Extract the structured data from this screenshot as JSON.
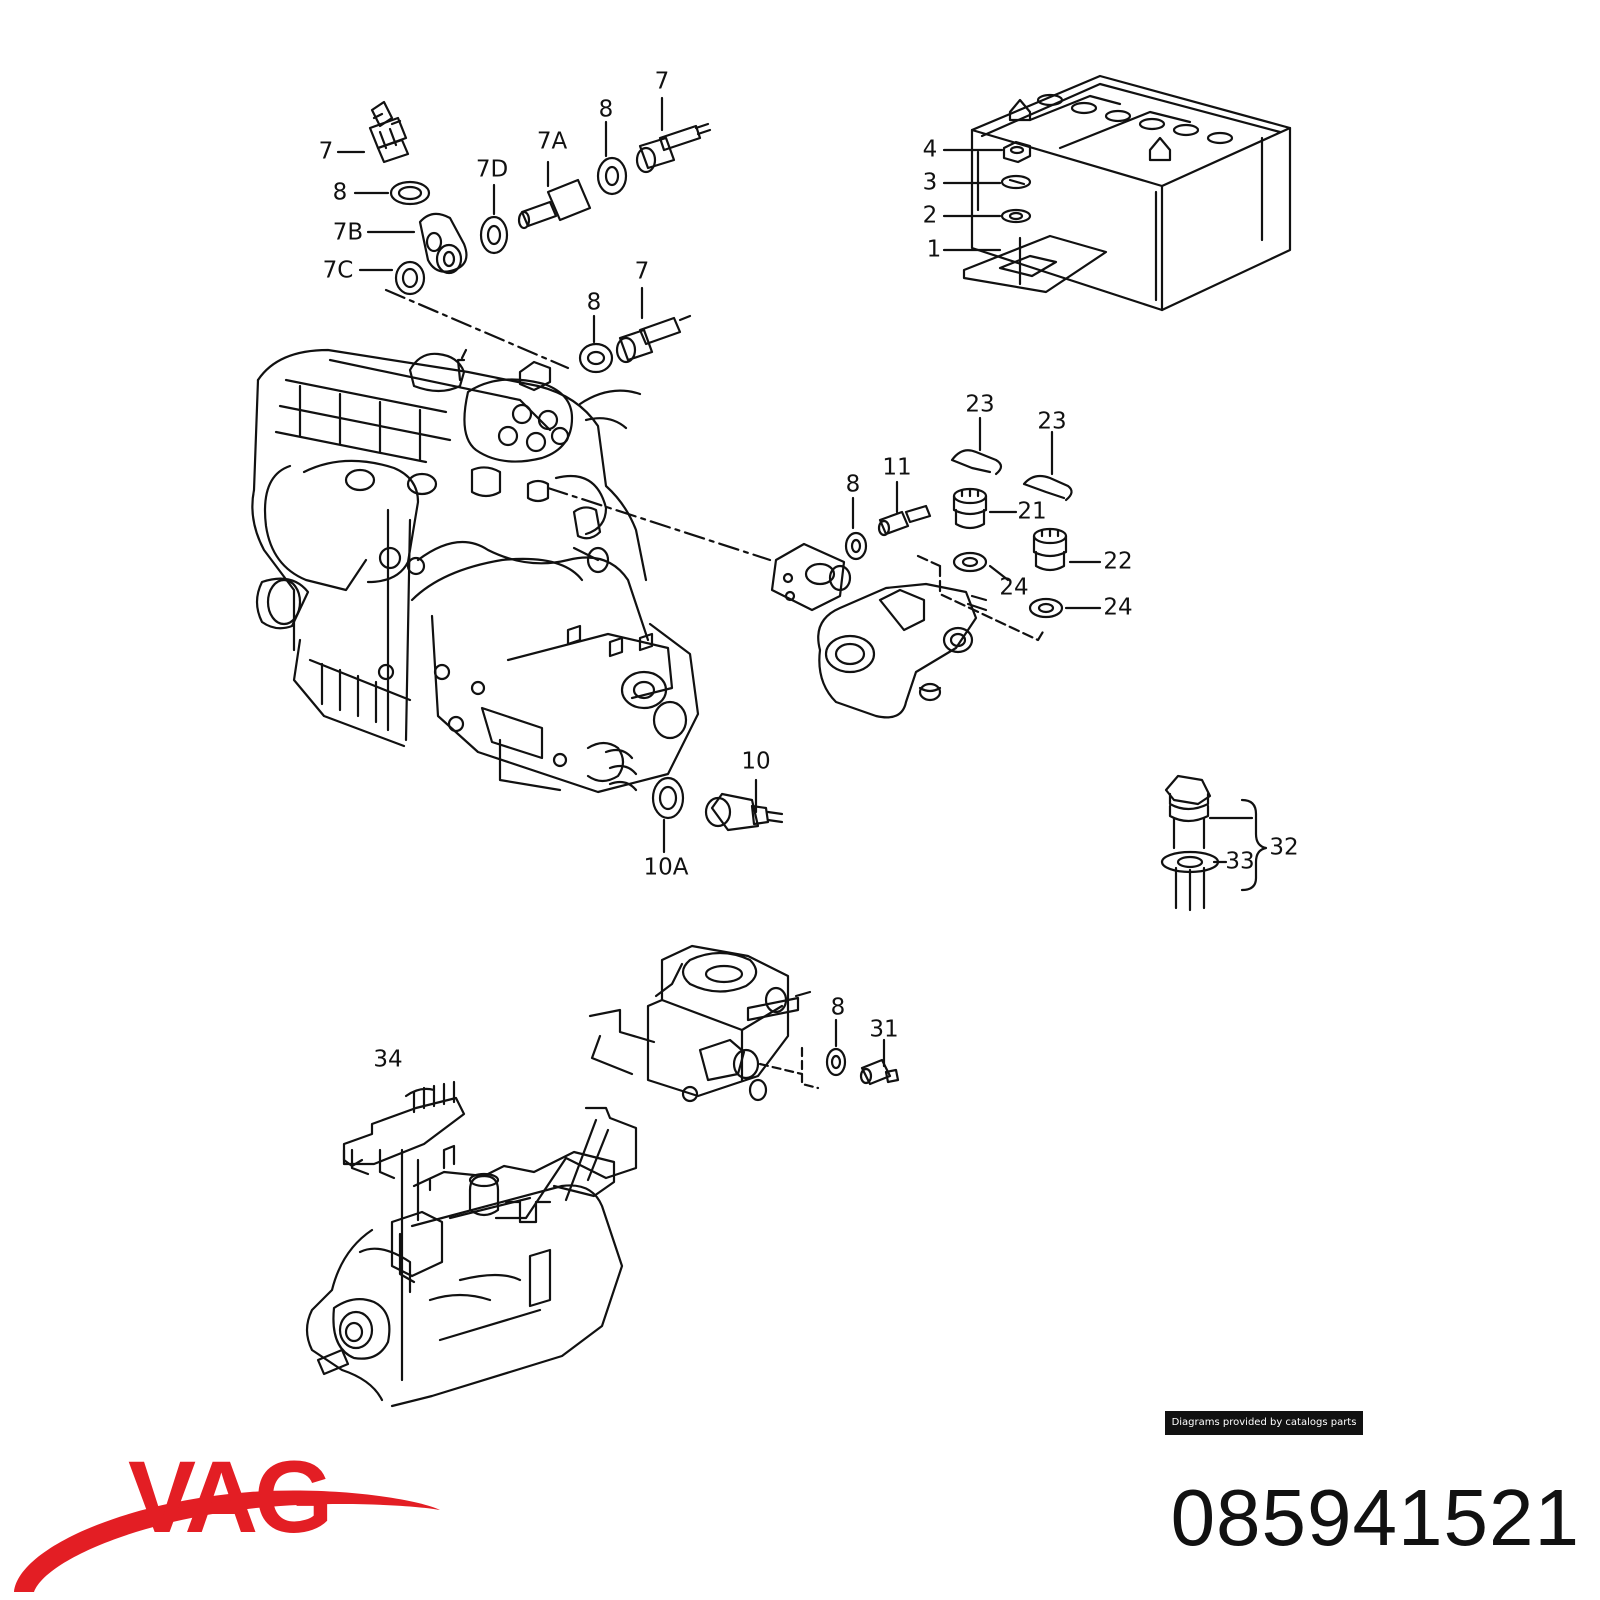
{
  "diagram": {
    "callouts": [
      {
        "id": "c1",
        "label": "7"
      },
      {
        "id": "c2",
        "label": "8"
      },
      {
        "id": "c3",
        "label": "7B"
      },
      {
        "id": "c4",
        "label": "7C"
      },
      {
        "id": "c5",
        "label": "7D"
      },
      {
        "id": "c6",
        "label": "7A"
      },
      {
        "id": "c7",
        "label": "8"
      },
      {
        "id": "c8",
        "label": "7"
      },
      {
        "id": "c9",
        "label": "8"
      },
      {
        "id": "c10",
        "label": "7"
      },
      {
        "id": "c11",
        "label": "4"
      },
      {
        "id": "c12",
        "label": "3"
      },
      {
        "id": "c13",
        "label": "2"
      },
      {
        "id": "c14",
        "label": "1"
      },
      {
        "id": "c15",
        "label": "23"
      },
      {
        "id": "c16",
        "label": "23"
      },
      {
        "id": "c17",
        "label": "8"
      },
      {
        "id": "c18",
        "label": "11"
      },
      {
        "id": "c19",
        "label": "21"
      },
      {
        "id": "c20",
        "label": "22"
      },
      {
        "id": "c21",
        "label": "24"
      },
      {
        "id": "c22",
        "label": "24"
      },
      {
        "id": "c23",
        "label": "10"
      },
      {
        "id": "c24",
        "label": "10A"
      },
      {
        "id": "c25",
        "label": "32"
      },
      {
        "id": "c26",
        "label": "33"
      },
      {
        "id": "c27",
        "label": "8"
      },
      {
        "id": "c28",
        "label": "31"
      },
      {
        "id": "c29",
        "label": "34"
      }
    ],
    "credit": "Diagrams provided by catalogs parts"
  },
  "brand": {
    "logo_text": "VAG",
    "logo_color": "#e31e24"
  },
  "part_number": "085941521",
  "colors": {
    "ink": "#111111",
    "background": "#ffffff",
    "brand_red": "#e31e24"
  }
}
